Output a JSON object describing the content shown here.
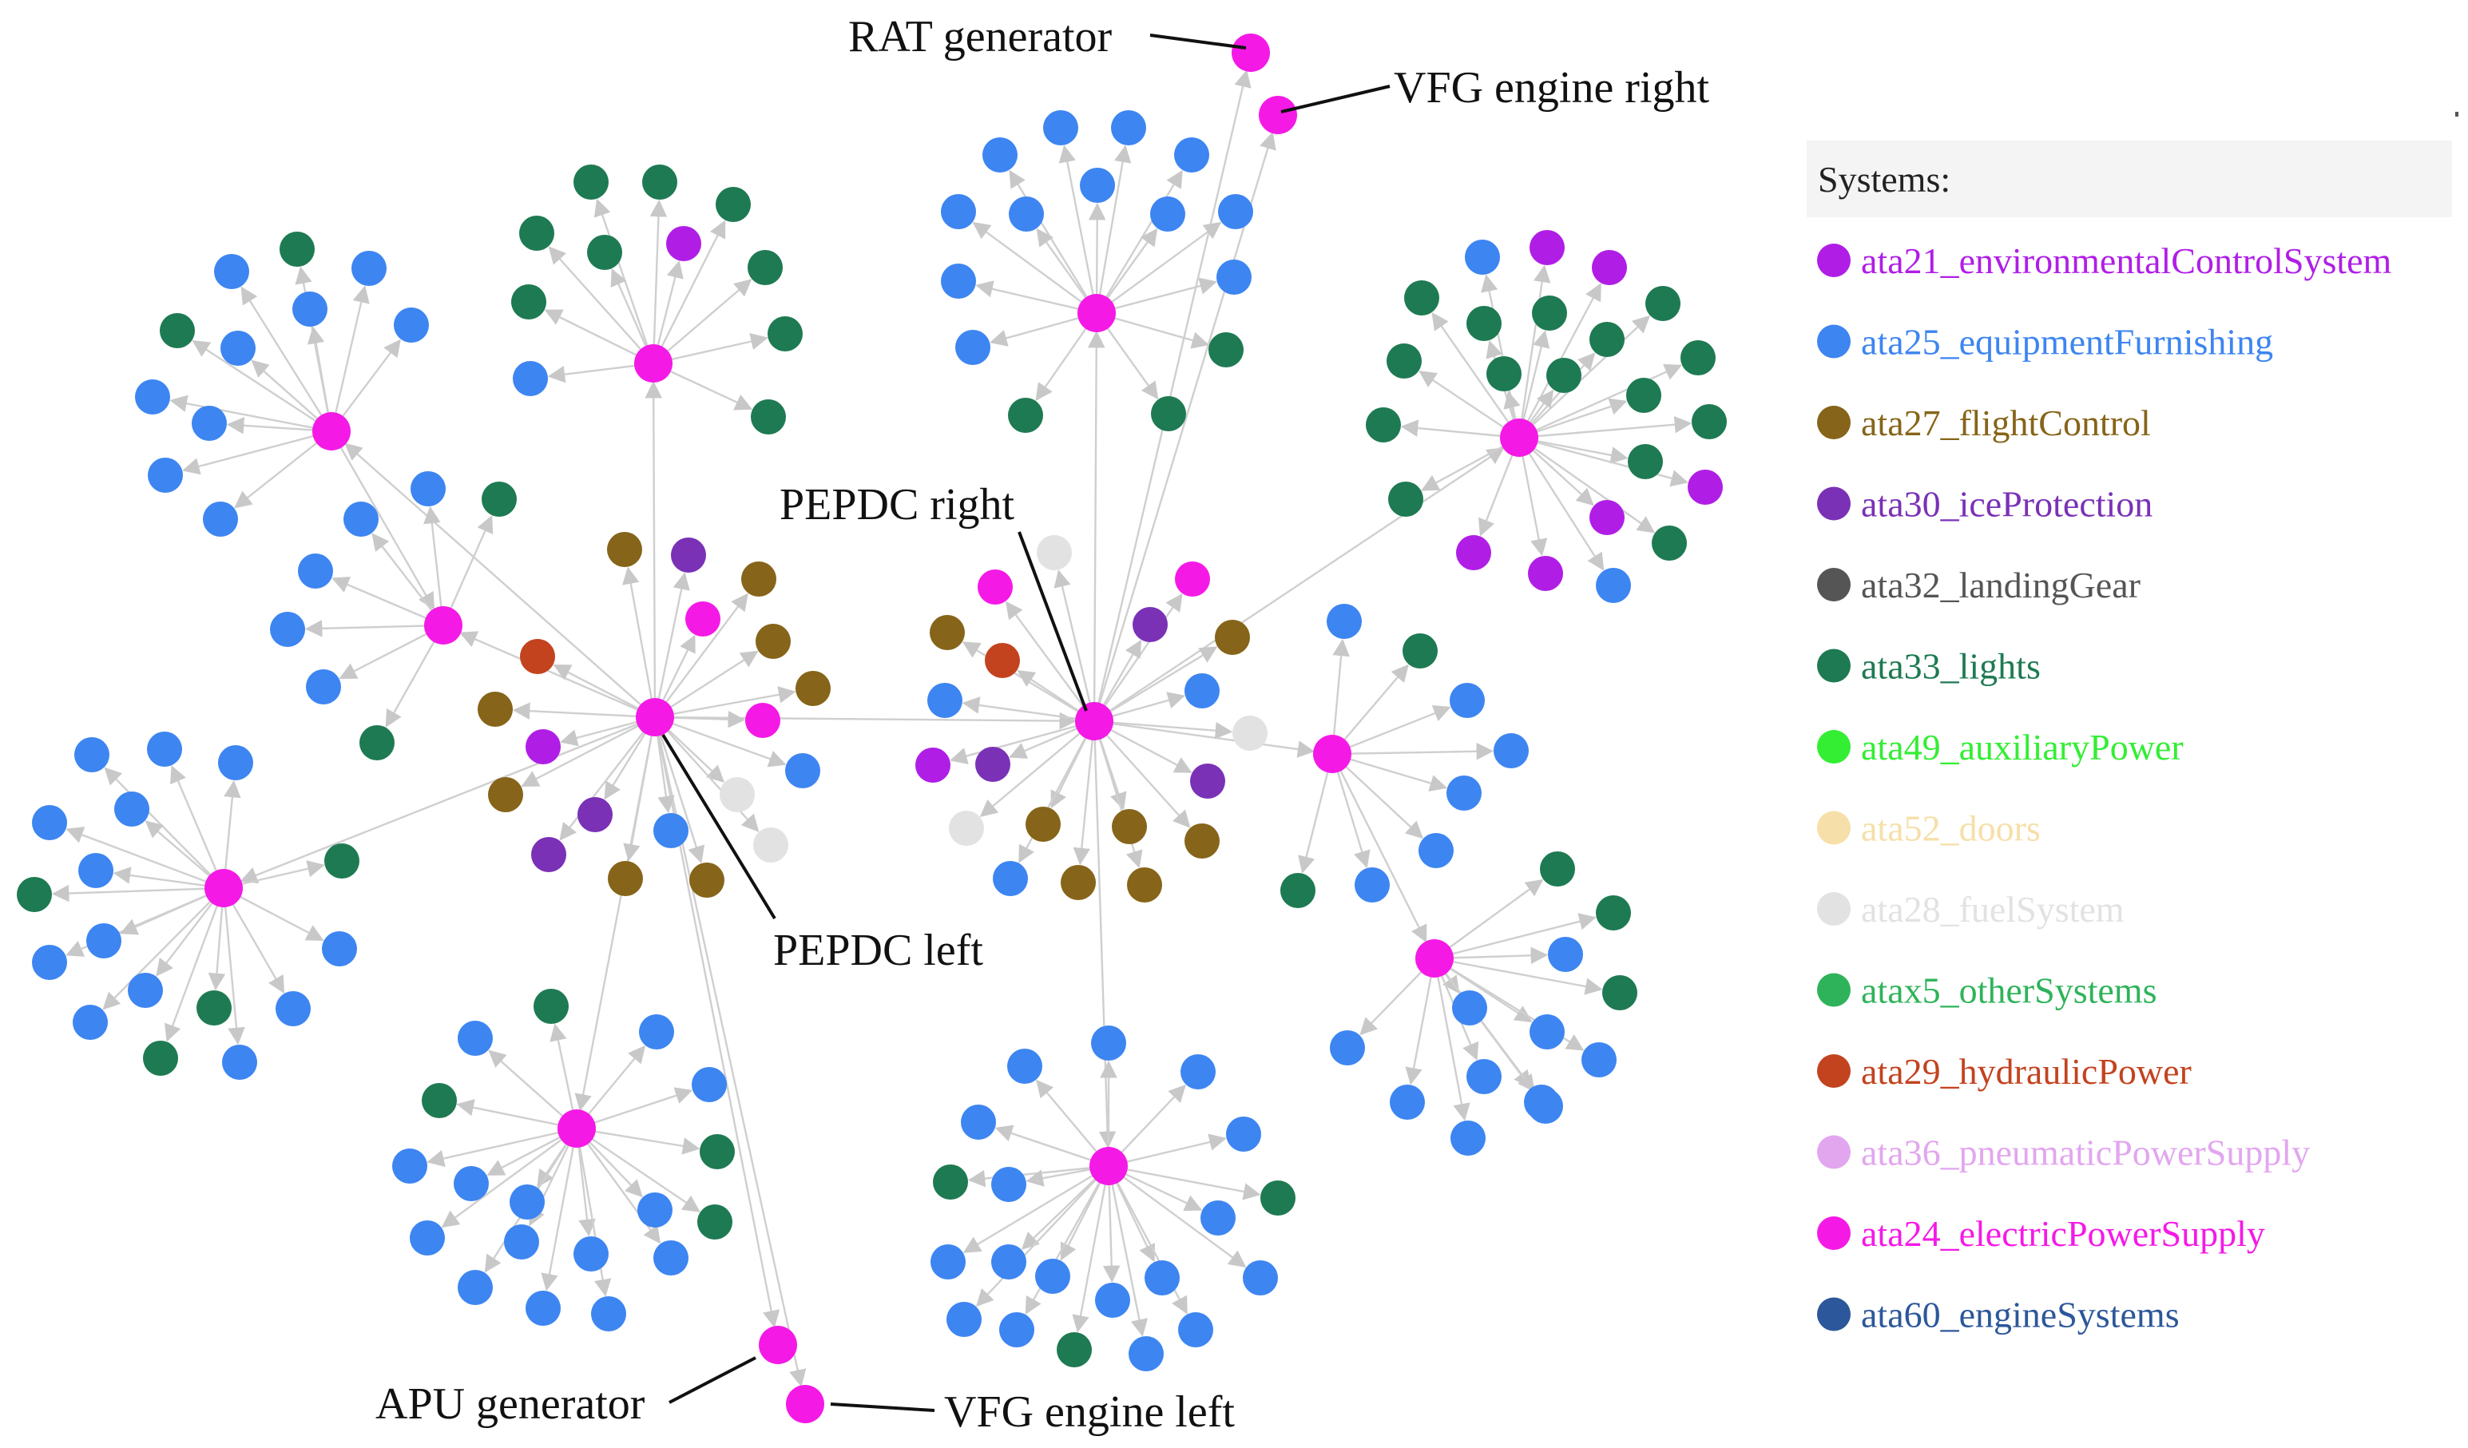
{
  "colors": {
    "ata21": "#b01ee6",
    "ata25": "#3d85f1",
    "ata27": "#866419",
    "ata30": "#7a31b6",
    "ata32": "#555555",
    "ata33": "#1e7a52",
    "ata49": "#33ee33",
    "ata52": "#f6dfa8",
    "ata28": "#e2e2e2",
    "atax5": "#2fb35a",
    "ata29": "#c3431f",
    "ata36": "#e2a6ef",
    "ata24": "#f519e6",
    "ata60": "#2c579a",
    "edge": "#cfcfcf"
  },
  "callouts": [
    {
      "id": "rat",
      "label": "RAT generator"
    },
    {
      "id": "vfg_right",
      "label": "VFG engine right"
    },
    {
      "id": "pepdc_right",
      "label": "PEPDC right"
    },
    {
      "id": "pepdc_left",
      "label": "PEPDC left"
    },
    {
      "id": "apu",
      "label": "APU generator"
    },
    {
      "id": "vfg_left",
      "label": "VFG engine left"
    }
  ],
  "legend": {
    "title": "Systems:",
    "items": [
      {
        "key": "ata21",
        "label": "ata21_environmentalControlSystem"
      },
      {
        "key": "ata25",
        "label": "ata25_equipmentFurnishing"
      },
      {
        "key": "ata27",
        "label": "ata27_flightControl"
      },
      {
        "key": "ata30",
        "label": "ata30_iceProtection"
      },
      {
        "key": "ata32",
        "label": "ata32_landingGear"
      },
      {
        "key": "ata33",
        "label": "ata33_lights"
      },
      {
        "key": "ata49",
        "label": "ata49_auxiliaryPower"
      },
      {
        "key": "ata52",
        "label": "ata52_doors"
      },
      {
        "key": "ata28",
        "label": "ata28_fuelSystem"
      },
      {
        "key": "atax5",
        "label": "atax5_otherSystems"
      },
      {
        "key": "ata29",
        "label": "ata29_hydraulicPower"
      },
      {
        "key": "ata36",
        "label": "ata36_pneumaticPowerSupply"
      },
      {
        "key": "ata24",
        "label": "ata24_electricPowerSupply"
      },
      {
        "key": "ata60",
        "label": "ata60_engineSystems"
      }
    ]
  }
}
